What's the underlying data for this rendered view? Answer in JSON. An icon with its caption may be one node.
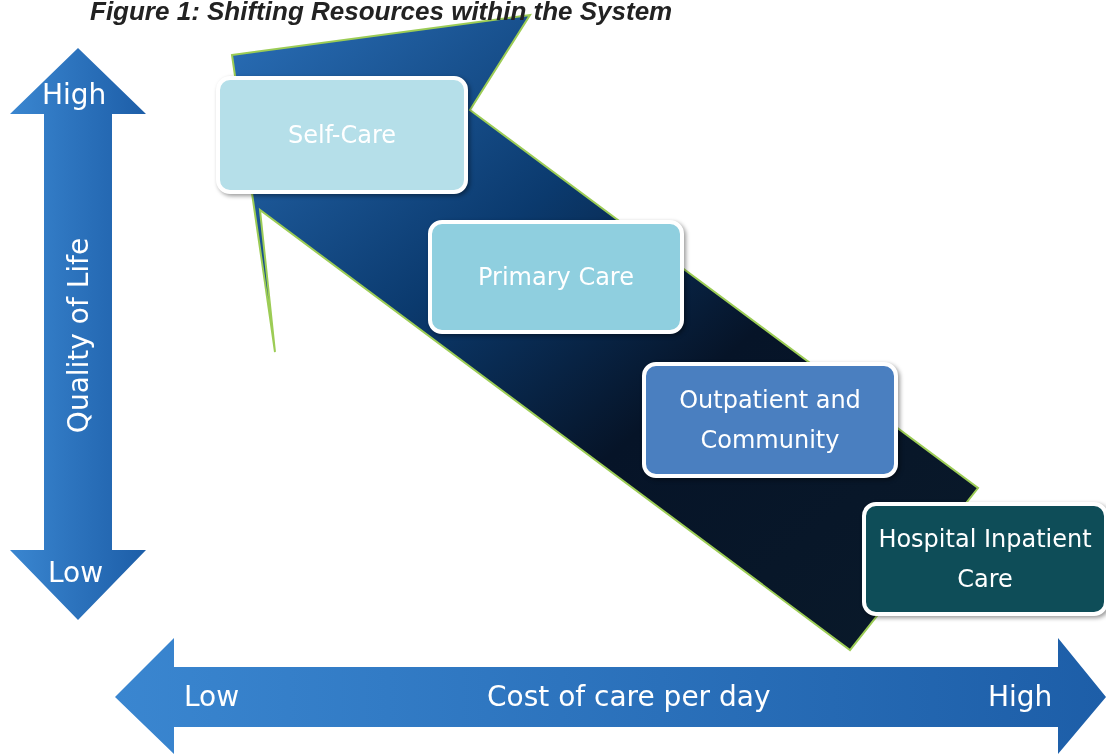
{
  "diagram": {
    "title": "Figure 1: Shifting Resources within the System",
    "nodes": [
      {
        "text": [
          "Self-Care"
        ]
      },
      {
        "text": [
          "Primary Care"
        ]
      },
      {
        "text": [
          "Outpatient and Community"
        ]
      },
      {
        "text": [
          "Hospital Inpatient Care"
        ]
      }
    ],
    "labels": [
      "High",
      "Quality of Life",
      "Low",
      "Low",
      "Cost of care per day",
      "High"
    ]
  }
}
